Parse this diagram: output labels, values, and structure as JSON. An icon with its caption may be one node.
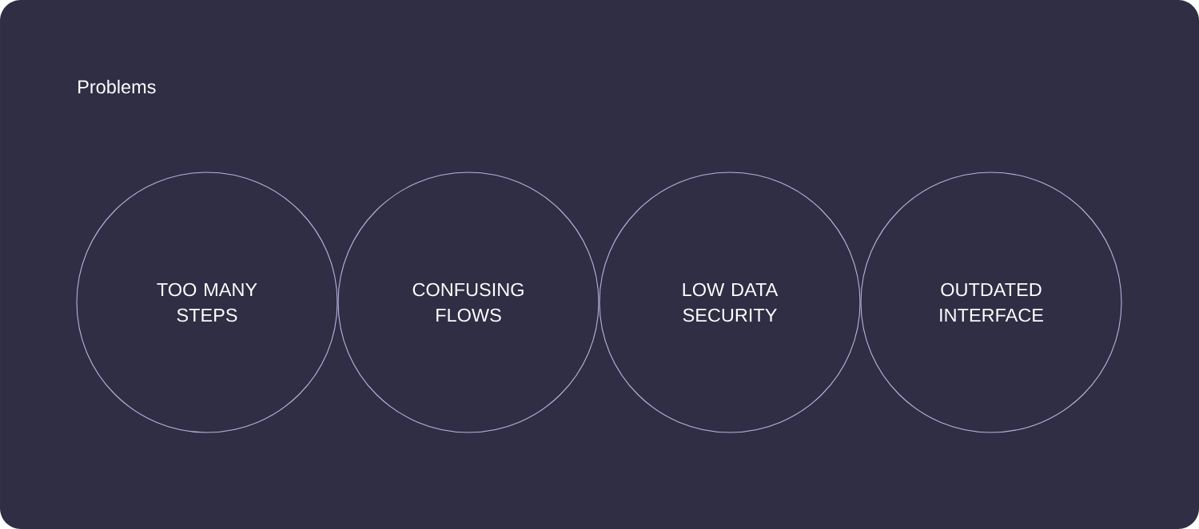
{
  "diagram": {
    "title": "Problems",
    "nodes": [
      {
        "text": [
          "TOO MANY STEPS"
        ]
      },
      {
        "text": [
          "CONFUSING FLOWS"
        ]
      },
      {
        "text": [
          "LOW DATA SECURITY"
        ]
      },
      {
        "text": [
          "OUTDATED INTERFACE"
        ]
      }
    ]
  }
}
